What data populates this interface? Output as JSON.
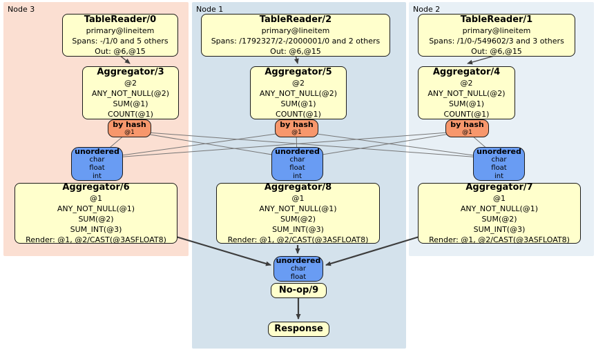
{
  "clusters": [
    {
      "label": "Node 3"
    },
    {
      "label": "Node 1"
    },
    {
      "label": "Node 2"
    }
  ],
  "boxes": {
    "tr0": {
      "title": "TableReader/0",
      "lines": [
        "primary@lineitem",
        "Spans: -/1/0 and 5 others",
        "Out: @6,@15"
      ]
    },
    "tr2": {
      "title": "TableReader/2",
      "lines": [
        "primary@lineitem",
        "Spans: /1792327/2-/2000001/0 and 2 others",
        "Out: @6,@15"
      ]
    },
    "tr1": {
      "title": "TableReader/1",
      "lines": [
        "primary@lineitem",
        "Spans: /1/0-/549602/3 and 3 others",
        "Out: @6,@15"
      ]
    },
    "agg3": {
      "title": "Aggregator/3",
      "lines": [
        "@2",
        "ANY_NOT_NULL(@2)",
        "SUM(@1)",
        "COUNT(@1)"
      ]
    },
    "agg5": {
      "title": "Aggregator/5",
      "lines": [
        "@2",
        "ANY_NOT_NULL(@2)",
        "SUM(@1)",
        "COUNT(@1)"
      ]
    },
    "agg4": {
      "title": "Aggregator/4",
      "lines": [
        "@2",
        "ANY_NOT_NULL(@2)",
        "SUM(@1)",
        "COUNT(@1)"
      ]
    },
    "hash3": {
      "title": "by hash",
      "lines": [
        "@1"
      ]
    },
    "hash5": {
      "title": "by hash",
      "lines": [
        "@1"
      ]
    },
    "hash4": {
      "title": "by hash",
      "lines": [
        "@1"
      ]
    },
    "un3": {
      "title": "unordered",
      "lines": [
        "char",
        "float",
        "int"
      ]
    },
    "un5": {
      "title": "unordered",
      "lines": [
        "char",
        "float",
        "int"
      ]
    },
    "un4": {
      "title": "unordered",
      "lines": [
        "char",
        "float",
        "int"
      ]
    },
    "agg6": {
      "title": "Aggregator/6",
      "lines": [
        "@1",
        "ANY_NOT_NULL(@1)",
        "SUM(@2)",
        "SUM_INT(@3)",
        "Render: @1, @2/CAST(@3ASFLOAT8)"
      ]
    },
    "agg8": {
      "title": "Aggregator/8",
      "lines": [
        "@1",
        "ANY_NOT_NULL(@1)",
        "SUM(@2)",
        "SUM_INT(@3)",
        "Render: @1, @2/CAST(@3ASFLOAT8)"
      ]
    },
    "agg7": {
      "title": "Aggregator/7",
      "lines": [
        "@1",
        "ANY_NOT_NULL(@1)",
        "SUM(@2)",
        "SUM_INT(@3)",
        "Render: @1, @2/CAST(@3ASFLOAT8)"
      ]
    },
    "unfinal": {
      "title": "unordered",
      "lines": [
        "char",
        "float"
      ]
    },
    "noop": {
      "title": "No-op/9"
    },
    "response": {
      "title": "Response"
    }
  },
  "colors": {
    "node3_bg": "#fbdfd2",
    "node1_bg": "#d4e2ec",
    "node2_bg": "#e8f0f6",
    "processor_box": "#ffffcc",
    "hash_router_box": "#f7976c",
    "sync_box": "#699cf3",
    "edge_thin": "#757575",
    "edge_thick": "#3d3d3d"
  }
}
